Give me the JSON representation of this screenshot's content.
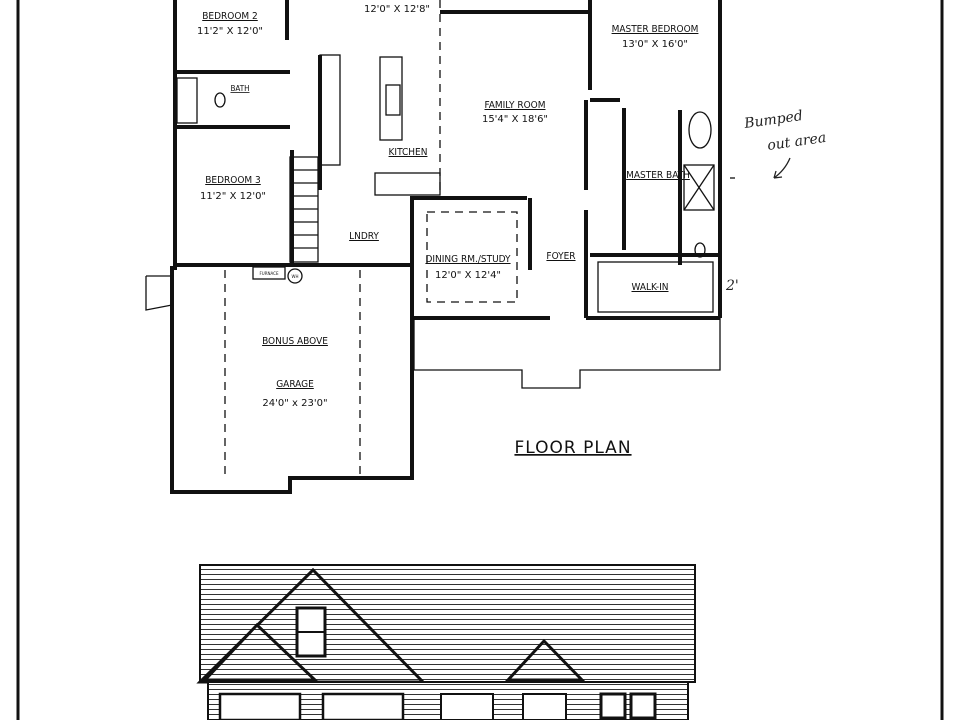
{
  "floor_plan": {
    "title": "FLOOR PLAN",
    "rooms": [
      {
        "name": "BEDROOM 2",
        "size": "11'2\" X 12'0\""
      },
      {
        "name": "",
        "size": "12'0\" X 12'8\""
      },
      {
        "name": "MASTER BEDROOM",
        "size": "13'0\" X 16'0\""
      },
      {
        "name": "BATH",
        "size": ""
      },
      {
        "name": "FAMILY ROOM",
        "size": "15'4\" X 18'6\""
      },
      {
        "name": "KITCHEN",
        "size": ""
      },
      {
        "name": "BEDROOM 3",
        "size": "11'2\" X 12'0\""
      },
      {
        "name": "MASTER BATH",
        "size": ""
      },
      {
        "name": "LNDRY",
        "size": ""
      },
      {
        "name": "DINING RM./STUDY",
        "size": "12'0\" X 12'4\""
      },
      {
        "name": "FOYER",
        "size": ""
      },
      {
        "name": "WALK-IN",
        "size": ""
      },
      {
        "name": "GARAGE",
        "size": "24'0\" x 23'0\""
      }
    ],
    "bonus_note": "BONUS ABOVE",
    "fixtures": {
      "furnace": "FURNACE",
      "water_heater": "WH"
    },
    "handwritten": {
      "note_line1": "Bumped",
      "note_line2": "out area",
      "measure": "2'"
    }
  },
  "elevation": {
    "view": "front-elevation"
  }
}
